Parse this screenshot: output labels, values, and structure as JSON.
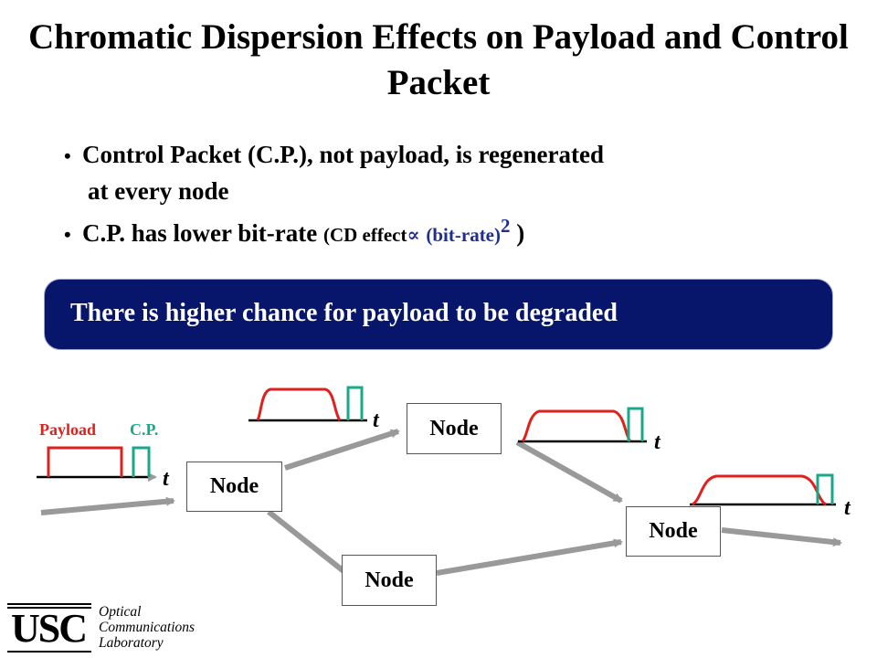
{
  "title": "Chromatic Dispersion Effects on Payload and Control Packet",
  "bullets": {
    "b1_line1": "Control Packet (C.P.), not payload, is regenerated",
    "b1_line2": "at every node",
    "b2_main": "C.P. has lower bit-rate",
    "b2_paren_open": "(CD effect",
    "b2_propto": "∝",
    "b2_bitrate": "(bit-rate)",
    "b2_exp": "2",
    "b2_paren_close": ")"
  },
  "banner": {
    "text": "There is higher chance for payload to be degraded"
  },
  "diagram": {
    "payload_label": "Payload",
    "cp_label": "C.P.",
    "time_label": "t",
    "node_label": "Node",
    "colors": {
      "payload": "#e0201c",
      "control_packet": "#1aa88a",
      "link": "#999999",
      "node_border": "#555555"
    }
  },
  "logo": {
    "mark": "USC",
    "line1": "Optical",
    "line2": "Communications",
    "line3": "Laboratory"
  }
}
